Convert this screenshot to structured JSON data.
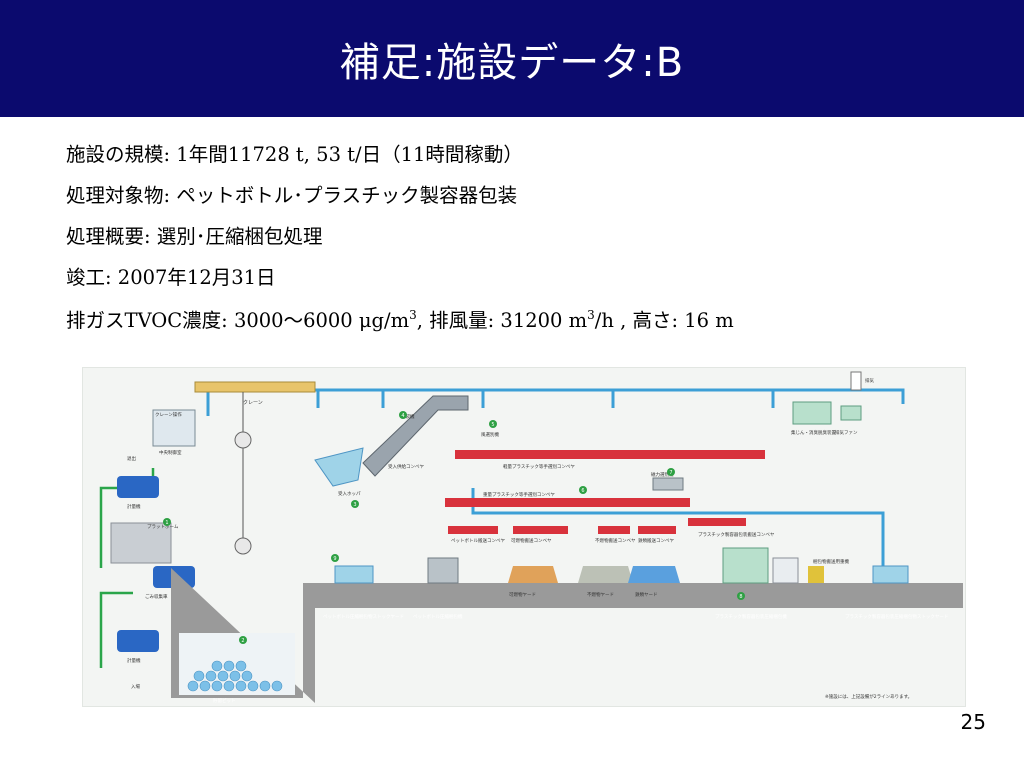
{
  "slide": {
    "title": "補足:施設データ:B",
    "page_number": "25"
  },
  "specs": [
    {
      "label": "施設の規模",
      "sep": ": ",
      "value": "1年間11728 t, 53 t/日（11時間稼動）"
    },
    {
      "label": "処理対象物",
      "sep": ": ",
      "value": "ペットボトル･プラスチック製容器包装"
    },
    {
      "label": "処理概要",
      "sep": ": ",
      "value": "選別･圧縮梱包処理"
    },
    {
      "label": "竣工",
      "sep": ": ",
      "value": "2007年12月31日"
    },
    {
      "label": "排ガスTVOC濃度",
      "sep": ": ",
      "value_a": "3000～6000 μg/m",
      "sup_a": "3",
      "value_b": ", 排風量: 31200 m",
      "sup_b": "3",
      "value_c": "/h , 高さ: 16 m"
    }
  ],
  "diagram": {
    "colors": {
      "pipe": "#3c9fd6",
      "conveyor_red": "#d8323c",
      "floor": "#8a8a8a",
      "flow_green": "#2aa54a",
      "step_badge": "#2ea043",
      "tank_blue": "#5aa0de",
      "bale_blue": "#9fd3e8"
    },
    "labels": {
      "crane": "クレーン",
      "crane_op": "クレーン操作",
      "central_control": "中央制御室",
      "exit": "退出",
      "scale_top": "計量機",
      "platform": "プラットホーム",
      "collection_truck": "ごみ収集車",
      "scale_bottom": "計量機",
      "entry": "入場",
      "storage_pit": "貯留ピット",
      "bag_breaker": "破袋機",
      "receive_conveyor": "受入供給コンベヤ",
      "receive_hopper": "受入ホッパ",
      "wind_sorter": "風選別機",
      "light_conveyor": "軽量プラスチック等手選別コンベヤ",
      "heavy_conveyor": "重量プラスチック等手選別コンベヤ",
      "magnetic_sorter": "磁力選別機",
      "pet_conveyor": "ペットボトル搬送コンベヤ",
      "burnable_conveyor": "可燃物搬送コンベヤ",
      "nonburnable_conveyor": "不燃物搬送コンベヤ",
      "iron_conveyor": "鉄類搬送コンベヤ",
      "plastic_conveyor": "プラスチック製容器包装搬送コンベヤ",
      "burnable_yard": "可燃物ヤード",
      "nonburnable_yard": "不燃物ヤード",
      "iron_yard": "鉄類ヤード",
      "pet_stock_yard": "ペットボトル圧縮梱包物ストックヤード",
      "pet_baler": "ペットボトル圧縮梱包機",
      "plastic_baler": "プラスチック製容器包装圧縮梱包機",
      "bale_machine": "梱包物搬送用重機",
      "plastic_stock_yard": "プラスチック製容器包装圧縮梱包物ストックヤード",
      "deodorizer": "集じん・消臭脱臭装置",
      "exhaust_fan": "排気ファン",
      "exhaust": "排気",
      "footnote": "※施設には、上記設備が2ラインあります。"
    },
    "step_numbers": [
      "1",
      "2",
      "3",
      "4",
      "5",
      "6",
      "7",
      "8",
      "9"
    ]
  }
}
